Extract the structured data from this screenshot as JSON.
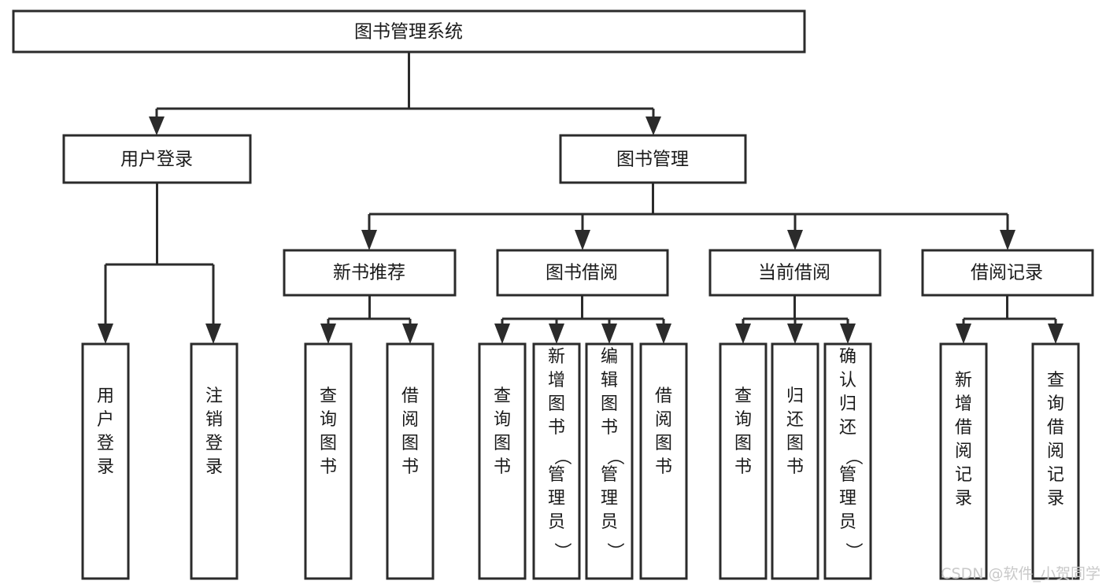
{
  "diagram": {
    "title": "图书管理系统",
    "type": "tree",
    "orientation": "top-down",
    "colors": {
      "background": "#ffffff",
      "node_fill": "#ffffff",
      "node_stroke": "#2b2b2b",
      "text": "#1a1a1a",
      "watermark": "#c9c9c9"
    },
    "levels": {
      "root": {
        "label": "图书管理系统"
      },
      "level2": [
        {
          "id": "user-login",
          "label": "用户登录"
        },
        {
          "id": "book-management",
          "label": "图书管理"
        }
      ],
      "level3": [
        {
          "id": "new-book-recommend",
          "label": "新书推荐",
          "parent": "book-management"
        },
        {
          "id": "book-borrow",
          "label": "图书借阅",
          "parent": "book-management"
        },
        {
          "id": "current-borrow",
          "label": "当前借阅",
          "parent": "book-management"
        },
        {
          "id": "borrow-record",
          "label": "借阅记录",
          "parent": "book-management"
        }
      ],
      "leaves": [
        {
          "id": "leaf-user-login",
          "label": "用户登录",
          "parent": "user-login"
        },
        {
          "id": "leaf-logout-login",
          "label": "注销登录",
          "parent": "user-login"
        },
        {
          "id": "leaf-query-book-1",
          "label": "查询图书",
          "parent": "new-book-recommend"
        },
        {
          "id": "leaf-borrow-book-1",
          "label": "借阅图书",
          "parent": "new-book-recommend"
        },
        {
          "id": "leaf-query-book-2",
          "label": "查询图书",
          "parent": "book-borrow"
        },
        {
          "id": "leaf-add-book",
          "label": "新增图书（管理员）",
          "parent": "book-borrow"
        },
        {
          "id": "leaf-edit-book",
          "label": "编辑图书（管理员）",
          "parent": "book-borrow"
        },
        {
          "id": "leaf-borrow-book-2",
          "label": "借阅图书",
          "parent": "book-borrow"
        },
        {
          "id": "leaf-query-book-3",
          "label": "查询图书",
          "parent": "current-borrow"
        },
        {
          "id": "leaf-return-book",
          "label": "归还图书",
          "parent": "current-borrow"
        },
        {
          "id": "leaf-confirm-return",
          "label": "确认归还（管理员）",
          "parent": "current-borrow"
        },
        {
          "id": "leaf-add-record",
          "label": "新增借阅记录",
          "parent": "borrow-record"
        },
        {
          "id": "leaf-query-record",
          "label": "查询借阅记录",
          "parent": "borrow-record"
        }
      ]
    },
    "watermark": "CSDN @软件_小贺同学"
  }
}
